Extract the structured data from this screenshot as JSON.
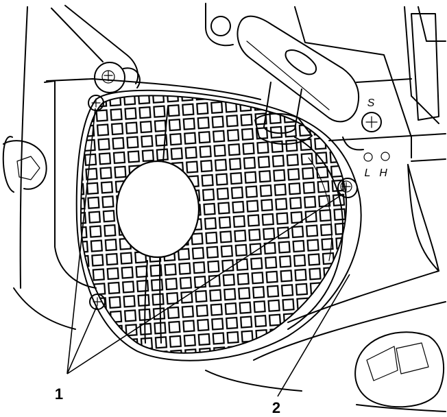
{
  "figure": {
    "callouts": [
      {
        "id": "1",
        "label": "1"
      },
      {
        "id": "2",
        "label": "2"
      }
    ],
    "markings": {
      "s": "S",
      "l": "L",
      "h": "H"
    },
    "colors": {
      "line": "#000000",
      "background": "#ffffff"
    }
  }
}
